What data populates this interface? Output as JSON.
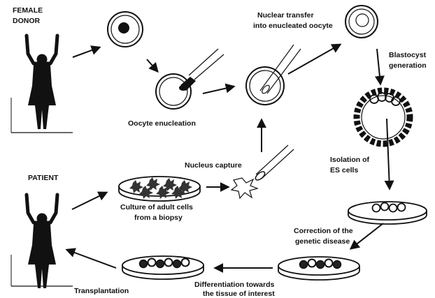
{
  "labels": {
    "female_donor": [
      "FEMALE",
      "DONOR"
    ],
    "patient": "PATIENT",
    "oocyte_enucleation": "Oocyte enucleation",
    "nuclear_transfer": [
      "Nuclear transfer",
      "into enucleated oocyte"
    ],
    "blastocyst_generation": [
      "Blastocyst",
      "generation"
    ],
    "nucleus_capture": "Nucleus capture",
    "isolation_es_cells": [
      "Isolation of",
      "ES cells"
    ],
    "culture_adult_cells": [
      "Culture of adult cells",
      "from a biopsy"
    ],
    "correction_genetic_disease": [
      "Correction of the",
      "genetic disease"
    ],
    "differentiation": [
      "Differentiation towards",
      "the tissue of interest"
    ],
    "transplantation": "Transplantation"
  }
}
